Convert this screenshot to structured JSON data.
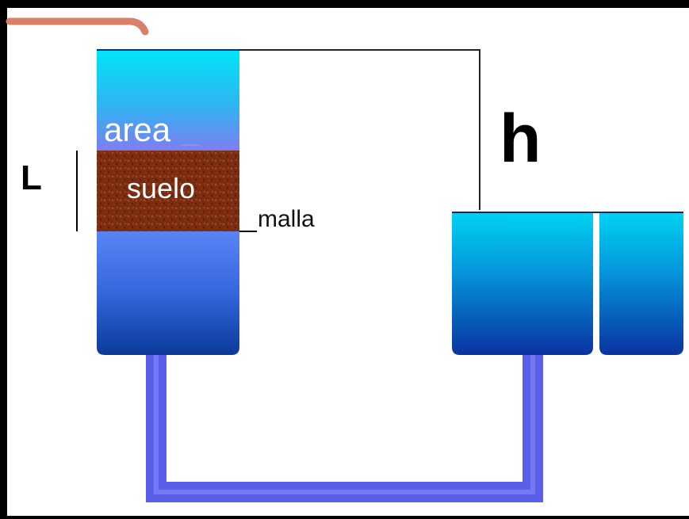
{
  "diagram": {
    "labels": {
      "area": "area",
      "suelo": "suelo",
      "malla": "malla",
      "length": "L",
      "head": "h"
    },
    "colors": {
      "water_top": "#00e4f5",
      "water_mid": "#3a7cf0",
      "water_bottom": "#0a3fa2",
      "sand_region": "#8a8df0",
      "soil": "#7a2a0e",
      "tube": "#5b5ee8",
      "supply_pipe": "#d9806a",
      "tank_top": "#00c6ee",
      "tank_bottom": "#0a35a0"
    }
  }
}
